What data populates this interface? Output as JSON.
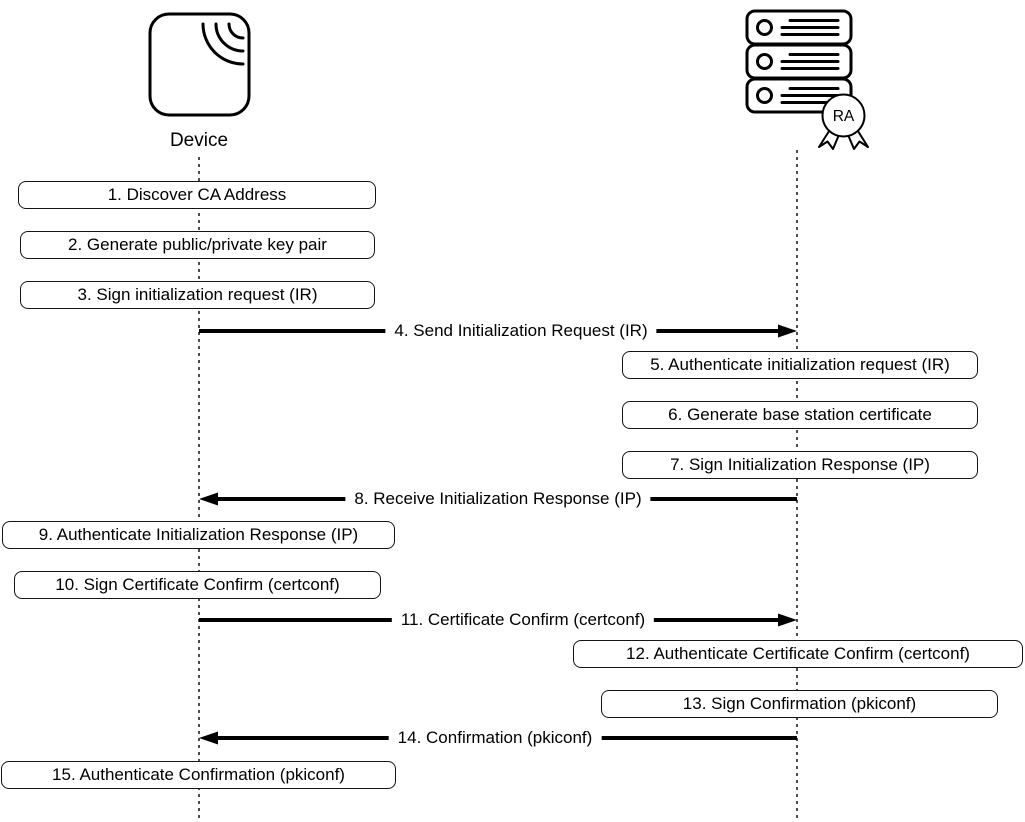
{
  "colors": {
    "line": "#000000",
    "box_border": "#141414",
    "text": "#000000",
    "background": "#ffffff"
  },
  "actors": {
    "device": {
      "label": "Device"
    },
    "ra": {
      "badge": "RA"
    }
  },
  "steps": [
    {
      "n": 1,
      "type": "action",
      "actor": "device",
      "label": "1. Discover CA Address"
    },
    {
      "n": 2,
      "type": "action",
      "actor": "device",
      "label": "2. Generate public/private key pair"
    },
    {
      "n": 3,
      "type": "action",
      "actor": "device",
      "label": "3. Sign initialization request (IR)"
    },
    {
      "n": 4,
      "type": "message",
      "from": "device",
      "to": "ra",
      "label": "4. Send Initialization Request (IR)"
    },
    {
      "n": 5,
      "type": "action",
      "actor": "ra",
      "label": "5. Authenticate initialization request (IR)"
    },
    {
      "n": 6,
      "type": "action",
      "actor": "ra",
      "label": "6. Generate base station certificate"
    },
    {
      "n": 7,
      "type": "action",
      "actor": "ra",
      "label": "7. Sign Initialization Response (IP)"
    },
    {
      "n": 8,
      "type": "message",
      "from": "ra",
      "to": "device",
      "label": "8. Receive Initialization Response (IP)"
    },
    {
      "n": 9,
      "type": "action",
      "actor": "device",
      "label": "9. Authenticate Initialization Response (IP)"
    },
    {
      "n": 10,
      "type": "action",
      "actor": "device",
      "label": "10. Sign Certificate Confirm (certconf)"
    },
    {
      "n": 11,
      "type": "message",
      "from": "device",
      "to": "ra",
      "label": "11. Certificate Confirm (certconf)"
    },
    {
      "n": 12,
      "type": "action",
      "actor": "ra",
      "label": "12. Authenticate Certificate Confirm (certconf)"
    },
    {
      "n": 13,
      "type": "action",
      "actor": "ra",
      "label": "13. Sign Confirmation (pkiconf)"
    },
    {
      "n": 14,
      "type": "message",
      "from": "ra",
      "to": "device",
      "label": "14. Confirmation (pkiconf)"
    },
    {
      "n": 15,
      "type": "action",
      "actor": "device",
      "label": "15. Authenticate Confirmation (pkiconf)"
    }
  ]
}
